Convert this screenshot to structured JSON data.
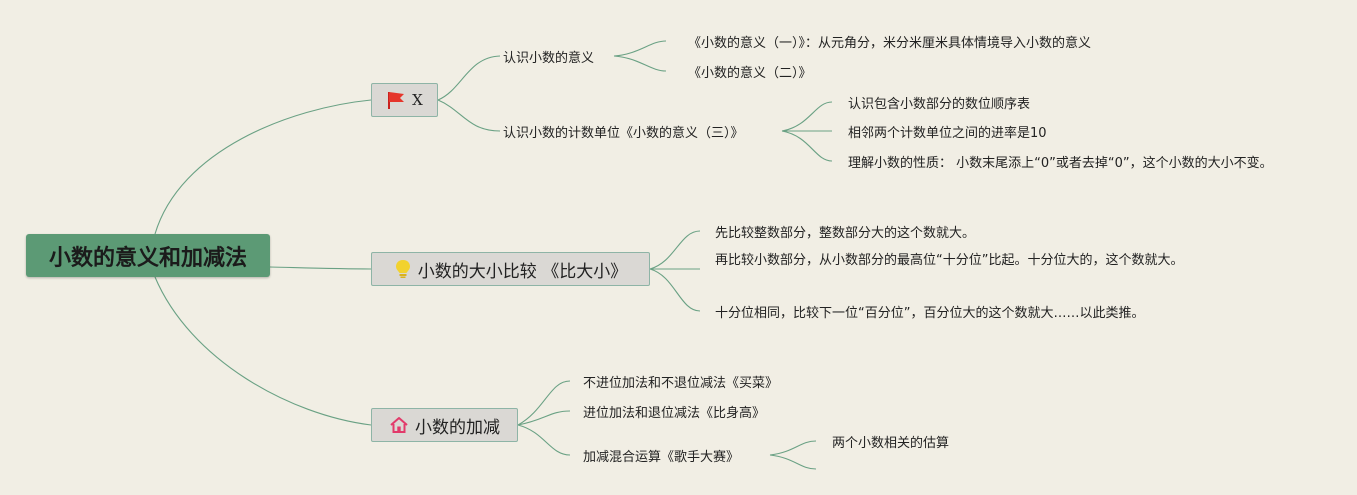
{
  "root": {
    "title": "小数的意义和加减法"
  },
  "branches": [
    {
      "label": "X",
      "icon": "red-flag-icon",
      "children": [
        {
          "label": "认识小数的意义",
          "children": [
            "《小数的意义（一）》：从元角分，米分米厘米具体情境导入小数的意义",
            "《小数的意义（二）》"
          ]
        },
        {
          "label": "认识小数的计数单位《小数的意义（三）》",
          "children": [
            "认识包含小数部分的数位顺序表",
            "相邻两个计数单位之间的进率是10",
            "理解小数的性质： 小数末尾添上“0”或者去掉“0”，这个小数的大小不变。"
          ]
        }
      ]
    },
    {
      "label": "小数的大小比较 《比大小》",
      "icon": "lightbulb-icon",
      "children": [
        {
          "label": "先比较整数部分，整数部分大的这个数就大。"
        },
        {
          "label": "再比较小数部分，从小数部分的最高位“十分位”比起。十分位大的，这个数就大。"
        },
        {
          "label": "十分位相同，比较下一位“百分位”，百分位大的这个数就大……以此类推。"
        }
      ]
    },
    {
      "label": "小数的加减",
      "icon": "house-icon",
      "children": [
        {
          "label": "不进位加法和不退位减法《买菜》"
        },
        {
          "label": "进位加法和退位减法《比身高》"
        },
        {
          "label": "加减混合运算《歌手大赛》",
          "children": [
            "两个小数相关的估算"
          ]
        }
      ]
    }
  ],
  "colors": {
    "background": "#f1eee4",
    "root": "#5c9a75",
    "branch_fill": "#dad8d4",
    "line": "#6aa184"
  }
}
